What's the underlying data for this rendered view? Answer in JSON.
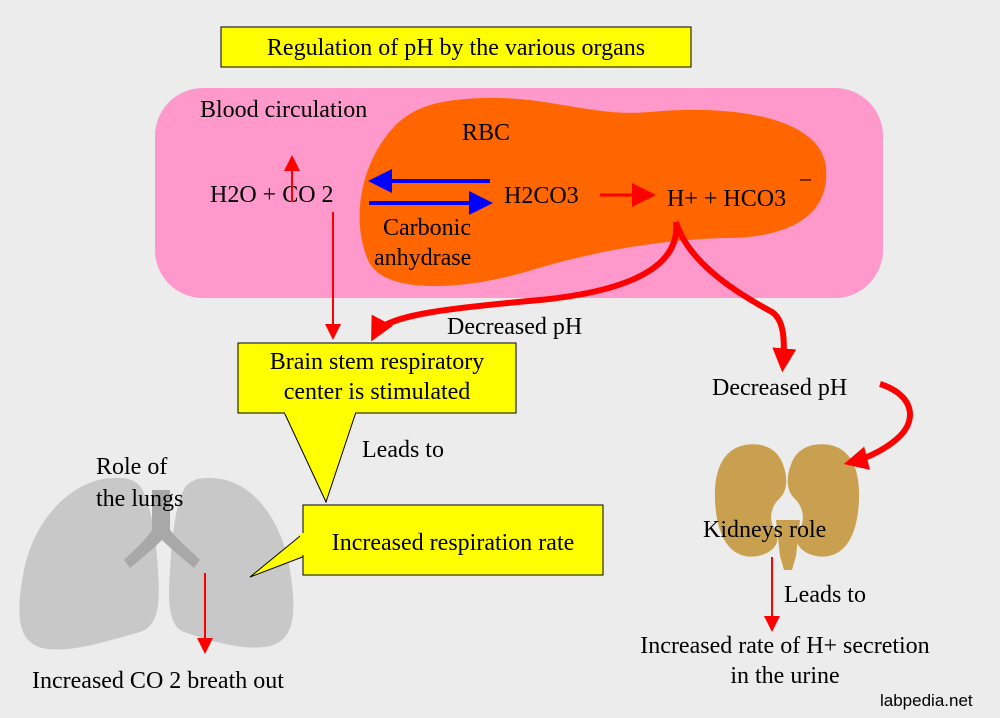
{
  "title": "Regulation of pH by the various organs",
  "blood": {
    "label": "Blood circulation",
    "rbc_label": "RBC",
    "reactants": "H2O + CO 2",
    "intermediate": "H2CO3",
    "products": "H+ + HCO3",
    "products_charge": "–",
    "enzyme_line1": "Carbonic",
    "enzyme_line2": "anhydrase"
  },
  "decreased_ph_center": "Decreased pH",
  "decreased_ph_right": "Decreased pH",
  "brain_stem": {
    "line1": "Brain stem respiratory",
    "line2": "center is stimulated"
  },
  "leads_to_left": "Leads to",
  "leads_to_right": "Leads to",
  "lungs": {
    "label_line1": "Role of",
    "label_line2": "the lungs"
  },
  "respiration": "Increased respiration rate",
  "co2_out": "Increased CO 2  breath out",
  "kidneys": {
    "label": "Kidneys role"
  },
  "h_secretion": {
    "line1": "Increased rate of H+ secretion",
    "line2": "in the urine"
  },
  "watermark": "labpedia.net",
  "colors": {
    "background": "#ececec",
    "blood_panel": "#ff99cc",
    "rbc": "#ff6600",
    "callout": "#ffff00",
    "arrow_red": "#ff0000",
    "arrow_blue": "#0000ff",
    "lungs": "#c8c8c8",
    "kidneys": "#c8a050"
  }
}
